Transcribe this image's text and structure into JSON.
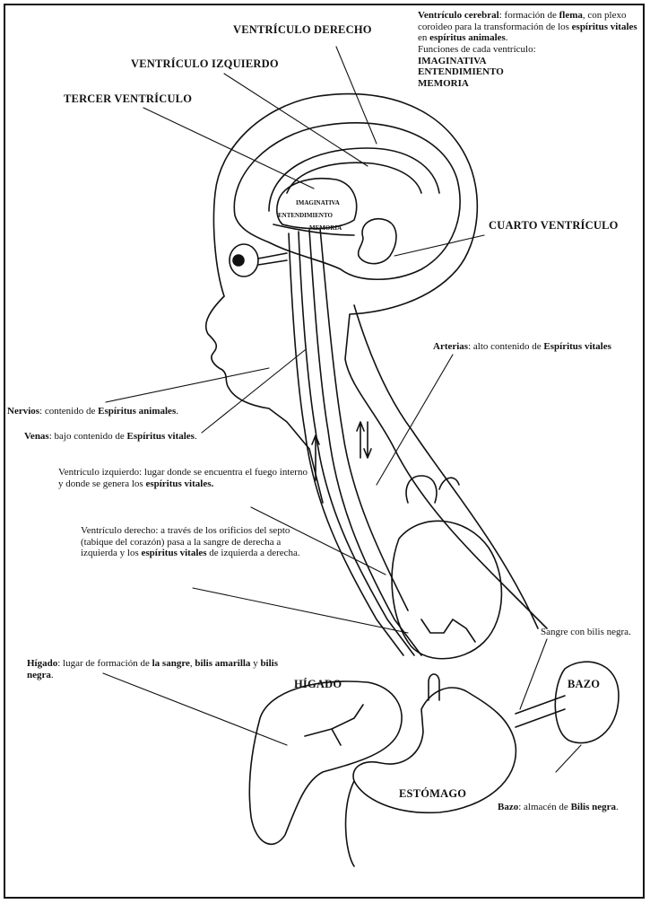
{
  "labels": {
    "ventriculo_derecho": "VENTRÍCULO DERECHO",
    "ventriculo_izquierdo": "VENTRÍCULO IZQUIERDO",
    "tercer_ventriculo": "TERCER VENTRÍCULO",
    "cuarto_ventriculo": "CUARTO VENTRÍCULO",
    "higado": "HÍGADO",
    "bazo": "BAZO",
    "estomago": "ESTÓMAGO"
  },
  "brain_inner": {
    "imaginativa": "IMAGINATIVA",
    "entendimiento": "ENTENDIMIENTO",
    "memoria": "MEMORIA"
  },
  "top_note": {
    "term": "Ventrículo cerebral",
    "text1": ": formación de ",
    "flema": "flema",
    "text2": ", con plexo coroideo para la transformación de los ",
    "vitales": "espíritus vitales",
    "text3": " en ",
    "animales": "espíritus animales",
    "text4": ".",
    "functions_title": "Funciones de cada ventrículo:",
    "f1": "IMAGINATIVA",
    "f2": "ENTENDIMIENTO",
    "f3": "MEMORIA"
  },
  "arterias": {
    "term": "Arterias",
    "text": ": alto contenido de ",
    "bold": "Espíritus vitales"
  },
  "nervios": {
    "term": "Nervios",
    "text": ": contenido de ",
    "bold": "Espíritus animales",
    "end": "."
  },
  "venas": {
    "term": "Venas",
    "text": ": bajo contenido de ",
    "bold": "Espíritus vitales",
    "end": "."
  },
  "vent_izq_note": {
    "text": "Ventrículo izquierdo: lugar donde se encuentra el fuego interno y donde se genera los ",
    "bold": "espíritus vitales."
  },
  "vent_der_note": {
    "text1": "Ventrículo derecho: a través de los orificios del septo (tabique del corazón) pasa a la sangre de derecha a izquierda y los ",
    "bold": "espíritus vitales",
    "text2": " de izquierda a derecha."
  },
  "higado_note": {
    "term": "Hígado",
    "text": ": lugar de formación de ",
    "b1": "la sangre",
    "sep": ", ",
    "b2": "bilis amarilla",
    "and": " y ",
    "b3": "bilis negra",
    "end": "."
  },
  "sangre_note": "Sangre con bilis negra.",
  "bazo_note": {
    "term": "Bazo",
    "text": ": almacén de ",
    "bold": "Bilis negra",
    "end": "."
  },
  "colors": {
    "ink": "#111111",
    "paper": "#ffffff"
  }
}
